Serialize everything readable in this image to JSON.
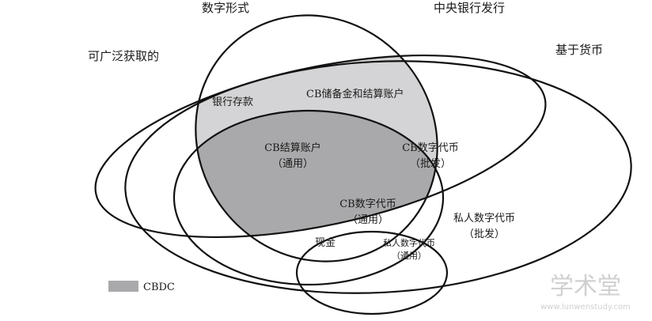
{
  "diagram": {
    "sets": {
      "digital": "数字形式",
      "central_bank": "中央银行发行",
      "widely_accessible": "可广泛获取的",
      "token": "基于货币"
    },
    "regions": {
      "bank_deposits": "银行存款",
      "cb_reserves": "CB储备金和结算账户",
      "cb_accounts_line1": "CB结算账户",
      "cb_accounts_line2": "（通用）",
      "cb_token_wholesale_line1": "CB数字代币",
      "cb_token_wholesale_line2": "（批发）",
      "cb_token_general_line1": "CB数字代币",
      "cb_token_general_line2": "（通用）",
      "private_token_wholesale_line1": "私人数字代币",
      "private_token_wholesale_line2": "（批发）",
      "cash": "现金",
      "private_token_general_line1": "私人数字代币",
      "private_token_general_line2": "（通用）"
    },
    "legend": {
      "label": "CBDC",
      "color": "#a9a9ab"
    },
    "colors": {
      "cbdc_shade": "#a9a9ab",
      "reserves_shade": "#d4d4d6",
      "outline": "#111111"
    },
    "watermark": {
      "main": "学术堂",
      "sub": "www.lunwenstudy.com"
    }
  }
}
